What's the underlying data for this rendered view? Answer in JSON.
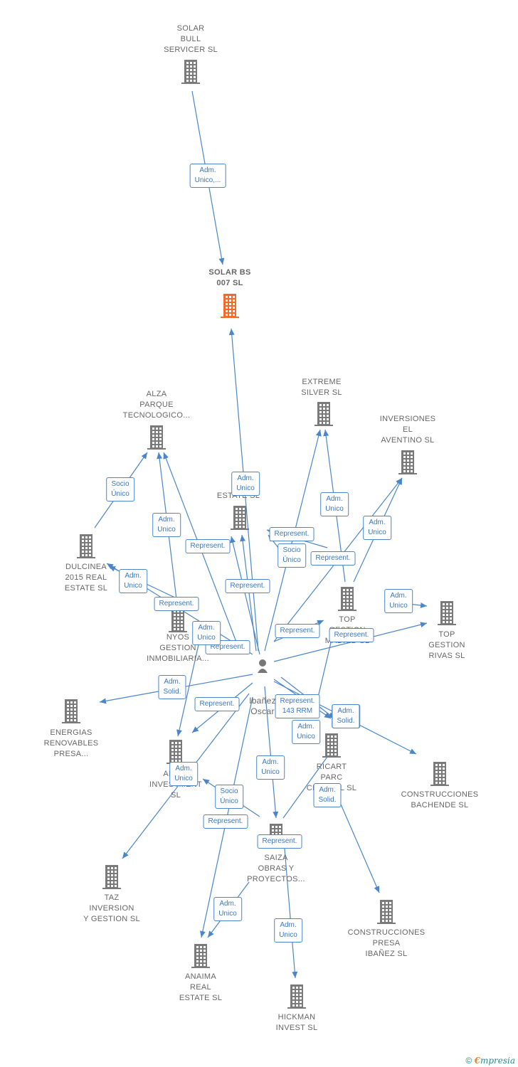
{
  "colors": {
    "edge": "#4a86c8",
    "node": "#7a7a7a",
    "main_node": "#f26a2c",
    "text": "#666666"
  },
  "center_person": {
    "label_line1": "Ibañez",
    "label_line2": "Oscar"
  },
  "nodes": [
    {
      "id": "solar_bull",
      "label": "SOLAR\nBULL\nSERVICER  SL",
      "icon": "building-icon"
    },
    {
      "id": "solar_bs",
      "label": "SOLAR BS\n007  SL",
      "icon": "building-icon",
      "main": true
    },
    {
      "id": "alza",
      "label": "ALZA\nPARQUE\nTECNOLOGICO...",
      "icon": "building-icon"
    },
    {
      "id": "extreme",
      "label": "EXTREME\nSILVER  SL",
      "icon": "building-icon"
    },
    {
      "id": "inv_aventino",
      "label": "INVERSIONES\nEL\nAVENTINO  SL",
      "icon": "building-icon"
    },
    {
      "id": "dulcinea",
      "label": "DULCINEA\n2015 REAL\nESTATE  SL",
      "icon": "building-icon"
    },
    {
      "id": "estate",
      "label": "ESTATE  SL",
      "icon": "building-icon"
    },
    {
      "id": "nyos",
      "label": "NYOS\nGESTION\nINMOBILIARIA...",
      "icon": "building-icon"
    },
    {
      "id": "top_gestion_madrid",
      "label": "TOP\nGESTION\nMADRID  SL",
      "icon": "building-icon"
    },
    {
      "id": "top_rivas",
      "label": "TOP\nGESTION\nRIVAS  SL",
      "icon": "building-icon"
    },
    {
      "id": "energias",
      "label": "ENERGIAS\nRENOVABLES\nPRESA...",
      "icon": "building-icon"
    },
    {
      "id": "alaja",
      "label": "ALAJA\nINVESTMENT\nSL",
      "icon": "building-icon"
    },
    {
      "id": "ricart",
      "label": "RICART\nPARC\nCENTRAL  SL",
      "icon": "building-icon"
    },
    {
      "id": "bachende",
      "label": "CONSTRUCCIONES\nBACHENDE SL",
      "icon": "building-icon"
    },
    {
      "id": "taz",
      "label": "TAZ\nINVERSION\nY GESTION  SL",
      "icon": "building-icon"
    },
    {
      "id": "saiza",
      "label": "SAIZA\nOBRAS Y\nPROYECTOS...",
      "icon": "building-icon"
    },
    {
      "id": "presa_ibanez",
      "label": "CONSTRUCCIONES\nPRESA\nIBAÑEZ SL",
      "icon": "building-icon"
    },
    {
      "id": "anaima",
      "label": "ANAIMA\nREAL\nESTATE  SL",
      "icon": "building-icon"
    },
    {
      "id": "hickman",
      "label": "HICKMAN\nINVEST  SL",
      "icon": "building-icon"
    }
  ],
  "edge_labels": [
    "Adm.\nUnico,...",
    "Socio\nÚnico",
    "Adm.\nUnico",
    "Represent.",
    "Adm.\nUnico",
    "Adm.\nUnico",
    "Represent.",
    "Adm.\nUnico",
    "Represent.",
    "Socio\nÚnico",
    "Represent.",
    "Represent.",
    "Adm.\nUnico",
    "Represent.",
    "Adm.\nUnico",
    "Adm.\nUnico",
    "Represent.",
    "Represent.",
    "Adm.\nSolid.",
    "Adm.\nUnico",
    "Represent.",
    "Represent.\n143 RRM",
    "Adm.\nSolid.",
    "Adm.\nUnico",
    "Adm.\nUnico",
    "Adm.\nUnico",
    "Socio\nÚnico",
    "Adm.\nSolid.",
    "Represent.",
    "Represent.",
    "Adm.\nUnico",
    "Adm.\nUnico"
  ],
  "footer": {
    "copyright": "©",
    "brand_e": "€",
    "brand_rest": "mpresia"
  }
}
